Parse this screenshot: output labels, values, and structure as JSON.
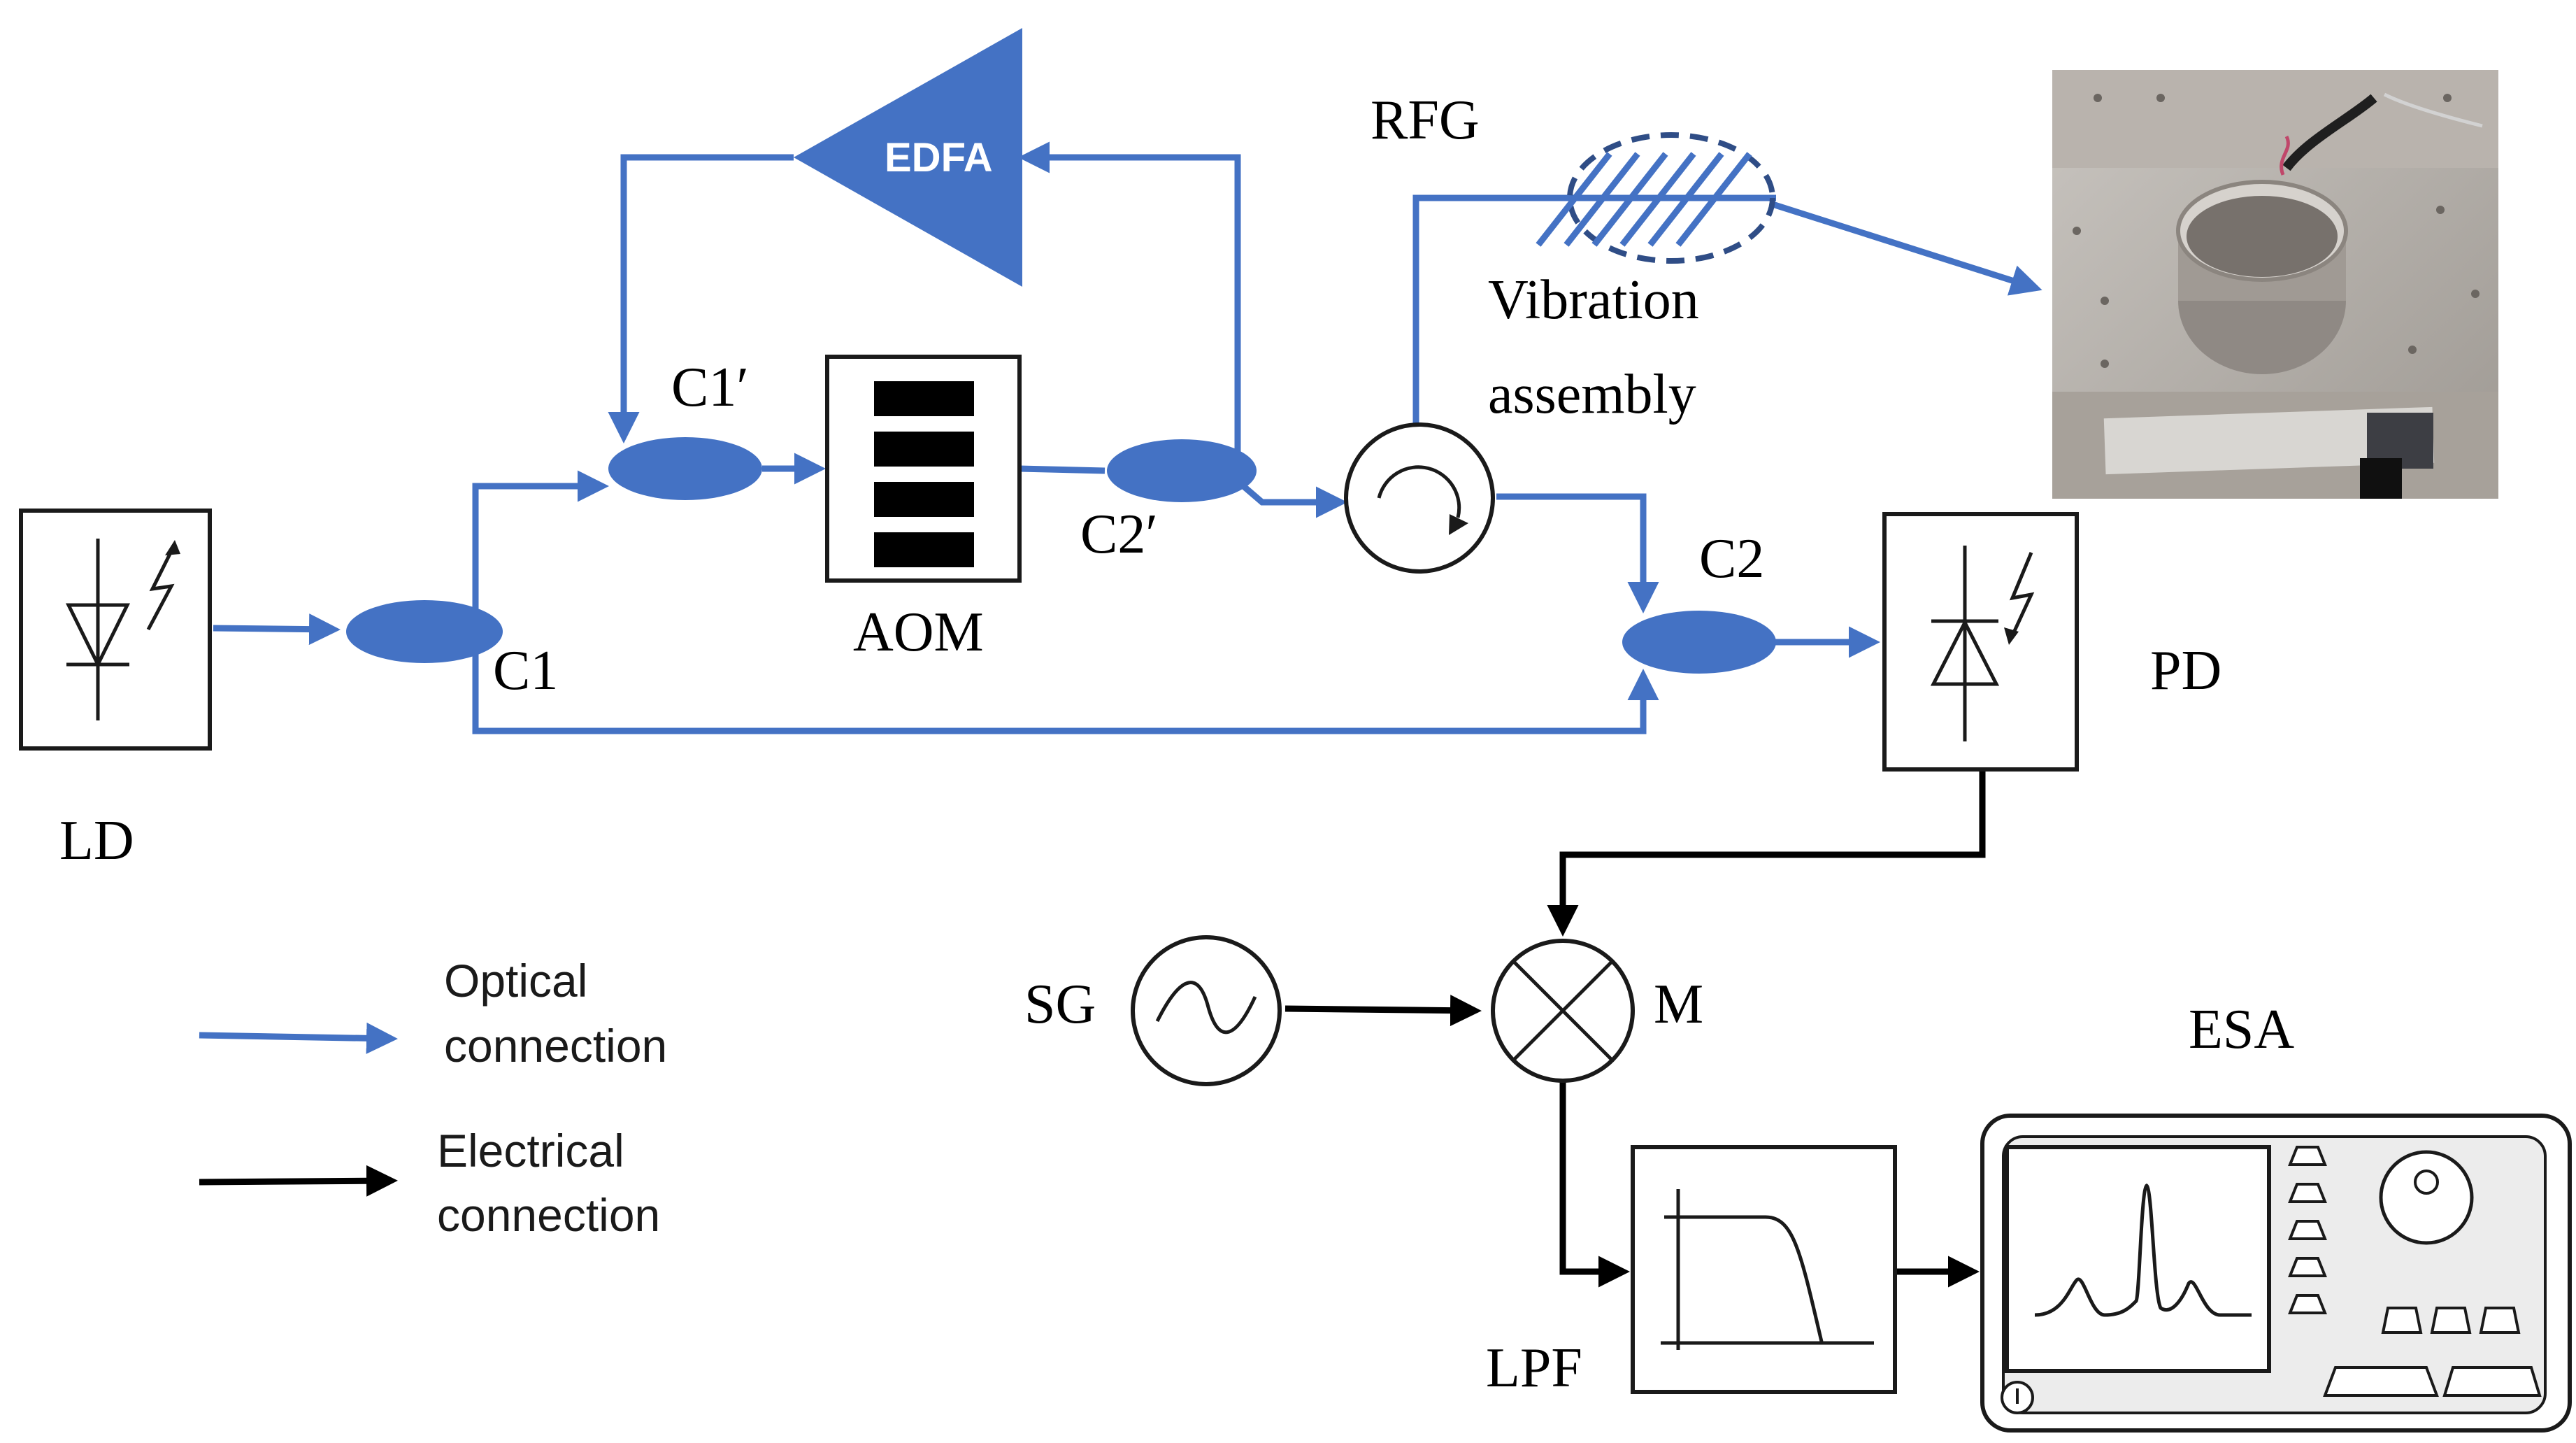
{
  "labels": {
    "ld": "LD",
    "c1": "C1",
    "c1p": "C1′",
    "c2p": "C2′",
    "c2": "C2",
    "aom": "AOM",
    "edfa": "EDFA",
    "rfg": "RFG",
    "vibration_line1": "Vibration",
    "vibration_line2": "assembly",
    "pd": "PD",
    "sg": "SG",
    "m": "M",
    "lpf": "LPF",
    "esa": "ESA"
  },
  "legend": {
    "optical_line1": "Optical",
    "optical_line2": "connection",
    "electrical_line1": "Electrical",
    "electrical_line2": "connection"
  },
  "colors": {
    "optical": "#4472c4",
    "electrical": "#000000"
  },
  "photo": {
    "subject": "vibration assembly photo (cylindrical sensor on metal plate)"
  }
}
